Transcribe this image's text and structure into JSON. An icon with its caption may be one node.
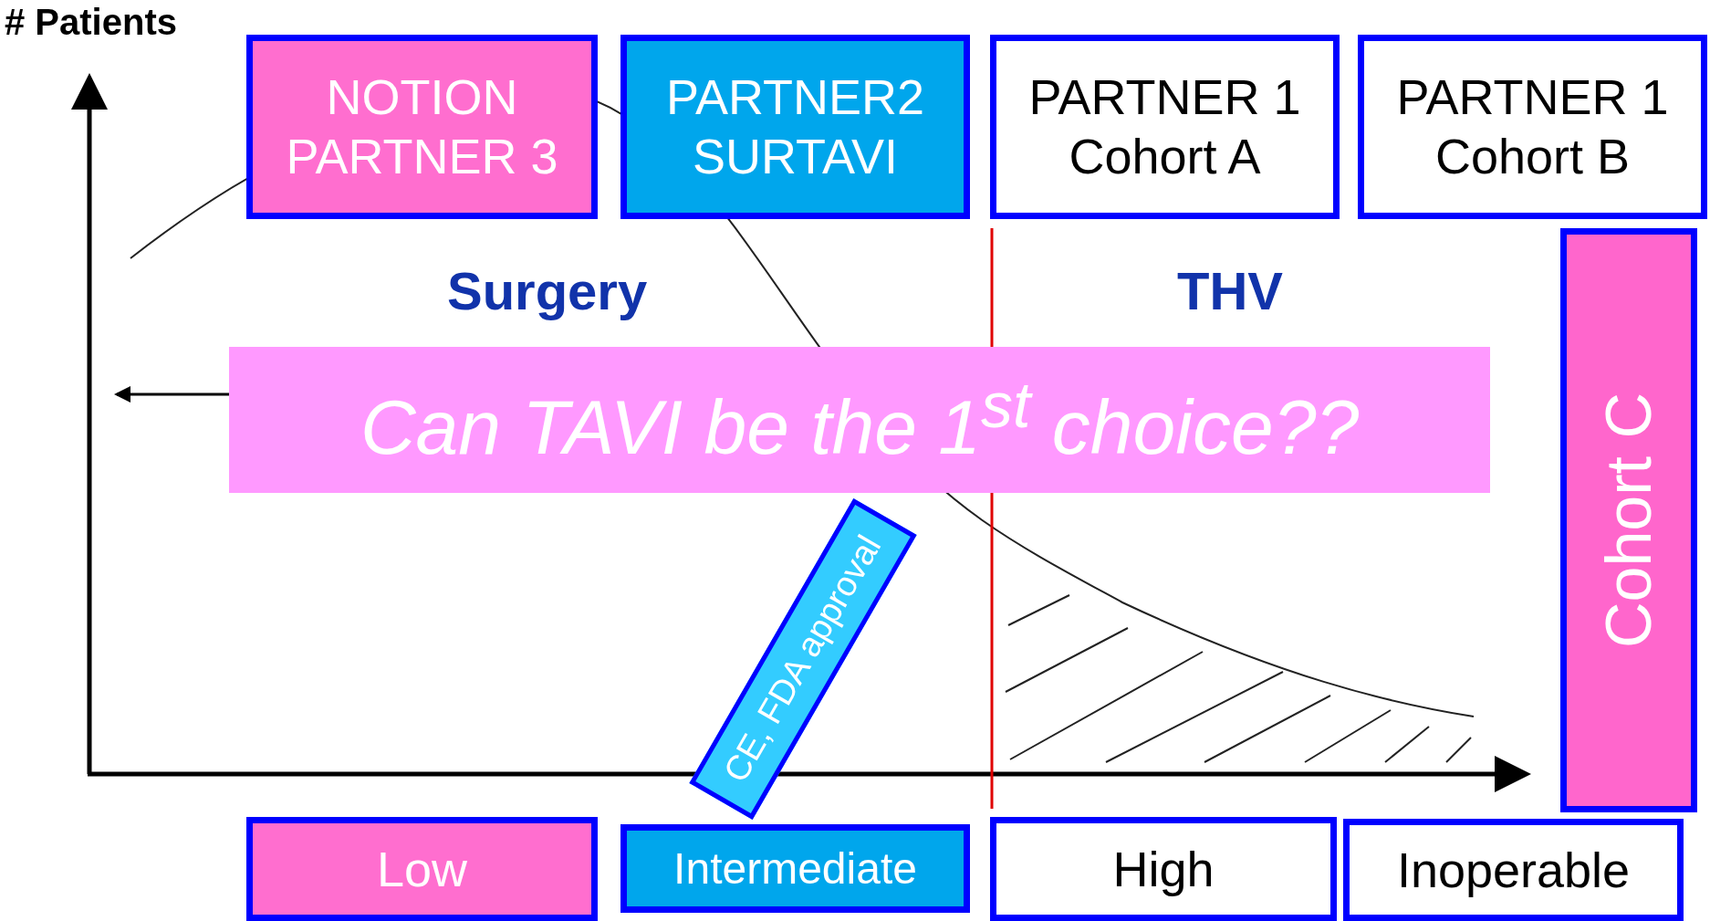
{
  "diagram": {
    "nodes": [
      {
        "text": [
          "NOTION",
          "PARTNER 3"
        ]
      },
      {
        "text": [
          "PARTNER2",
          "SURTAVI"
        ]
      },
      {
        "text": [
          "PARTNER 1",
          "Cohort A"
        ]
      },
      {
        "text": [
          "PARTNER 1",
          "Cohort B"
        ]
      },
      {
        "text": [
          "Cohort C"
        ]
      },
      {
        "text": [
          "Can TAVI be the 1$^{st}$ choice??"
        ]
      },
      {
        "text": [
          "CE, FDA approval"
        ]
      },
      {
        "text": [
          "Low"
        ]
      },
      {
        "text": [
          "Intermediate"
        ]
      },
      {
        "text": [
          "High"
        ]
      },
      {
        "text": [
          "Inoperable"
        ]
      }
    ],
    "labels": [
      "# Patients",
      "Surgery",
      "THV"
    ]
  }
}
